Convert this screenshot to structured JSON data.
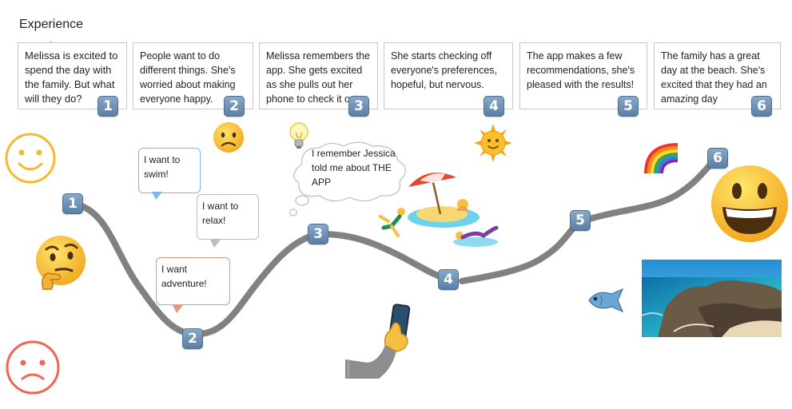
{
  "title": "Experience",
  "steps": [
    {
      "number": "1",
      "text": "Melissa is excited to spend the day with the family.  But what will they do?"
    },
    {
      "number": "2",
      "text": "People want to do different things. She's worried about making everyone happy."
    },
    {
      "number": "3",
      "text": "Melissa remembers the app. She gets excited as she pulls out her phone to check it out."
    },
    {
      "number": "4",
      "text": "She starts checking off everyone's preferences, hopeful, but nervous."
    },
    {
      "number": "5",
      "text": "The app makes a few recommendations, she's pleased with the results!"
    },
    {
      "number": "6",
      "text": "The family has a great day at the beach. She's excited that they had an amazing day"
    }
  ],
  "bubbles": {
    "swim": "I want to swim!",
    "relax": "I want to relax!",
    "adventure": "I want adventure!",
    "thought": "I remember Jessica told me about THE APP"
  },
  "colors": {
    "journey_line": "#7a7a7a",
    "badge": "#6b8db3",
    "happy_face": "#f5b82e",
    "sad_face": "#f0654f",
    "swim_bubble_border": "#7fb8e6",
    "relax_bubble_border": "#bdbdbd",
    "adventure_bubble_border": "#e8957a"
  },
  "icons": {
    "happy": "smiley-outline-icon",
    "thinking": "thinking-face-icon",
    "sad": "sad-face-outline-icon",
    "worried": "worried-face-icon",
    "idea": "lightbulb-icon",
    "phone": "phone-in-hand-icon",
    "sun": "sun-icon",
    "rainbow": "rainbow-icon",
    "grin": "grinning-face-icon",
    "fish": "fish-icon"
  }
}
